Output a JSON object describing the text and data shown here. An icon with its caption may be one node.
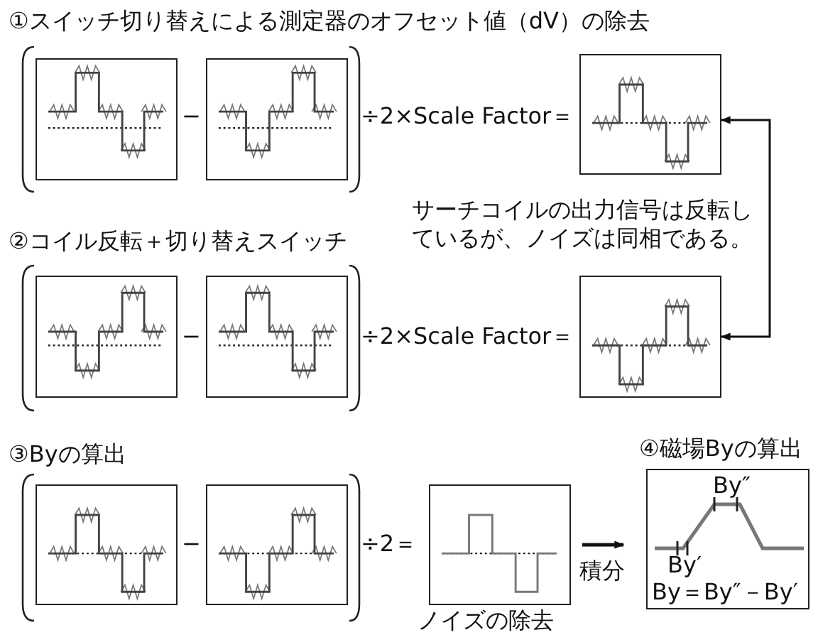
{
  "diagram": {
    "nodes": [
      {
        "text": [],
        "shape": "picture"
      },
      {
        "text": [],
        "shape": "picture"
      },
      {
        "text": [],
        "shape": "picture"
      },
      {
        "text": [],
        "shape": "picture"
      },
      {
        "text": [],
        "shape": "picture"
      },
      {
        "text": [],
        "shape": "picture"
      },
      {
        "text": [],
        "shape": "picture"
      },
      {
        "text": [],
        "shape": "picture"
      },
      {
        "text": [],
        "shape": "picture",
        "beside": [
          "ノイズの除去"
        ]
      },
      {
        "text": [
          "④磁場Byの算出",
          "By″",
          "By′",
          "By＝By″－By′"
        ]
      }
    ],
    "edges": [
      {
        "from": 2,
        "to": 5,
        "arrow": "both"
      },
      {
        "from": 8,
        "to": 9,
        "arrow": "to",
        "label": "積分"
      }
    ],
    "labels": [
      "①スイッチ切り替えによる測定器のオフセット値（dV）の除去",
      "−",
      "÷2×Scale Factor＝",
      "サーチコイルの出力信号は反転しているが、ノイズは同相である。",
      "②コイル反転＋切り替えスイッチ",
      "−",
      "÷2×Scale Factor＝",
      "③Byの算出",
      "−",
      "÷2＝"
    ]
  }
}
